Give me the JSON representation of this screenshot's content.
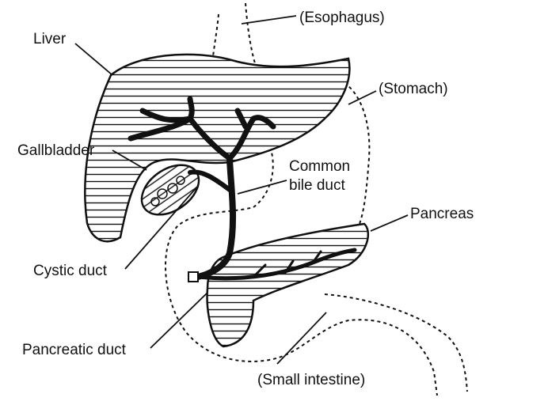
{
  "title": "Digestive organs diagram",
  "labels": {
    "esophagus": "(Esophagus)",
    "liver": "Liver",
    "stomach": "(Stomach)",
    "gallbladder": "Gallbladder",
    "common_bile_duct_line1": "Common",
    "common_bile_duct_line2": "bile duct",
    "pancreas": "Pancreas",
    "cystic_duct": "Cystic duct",
    "pancreatic_duct": "Pancreatic duct",
    "small_intestine": "(Small intestine)"
  },
  "colors": {
    "ink": "#111111",
    "background": "#ffffff"
  }
}
